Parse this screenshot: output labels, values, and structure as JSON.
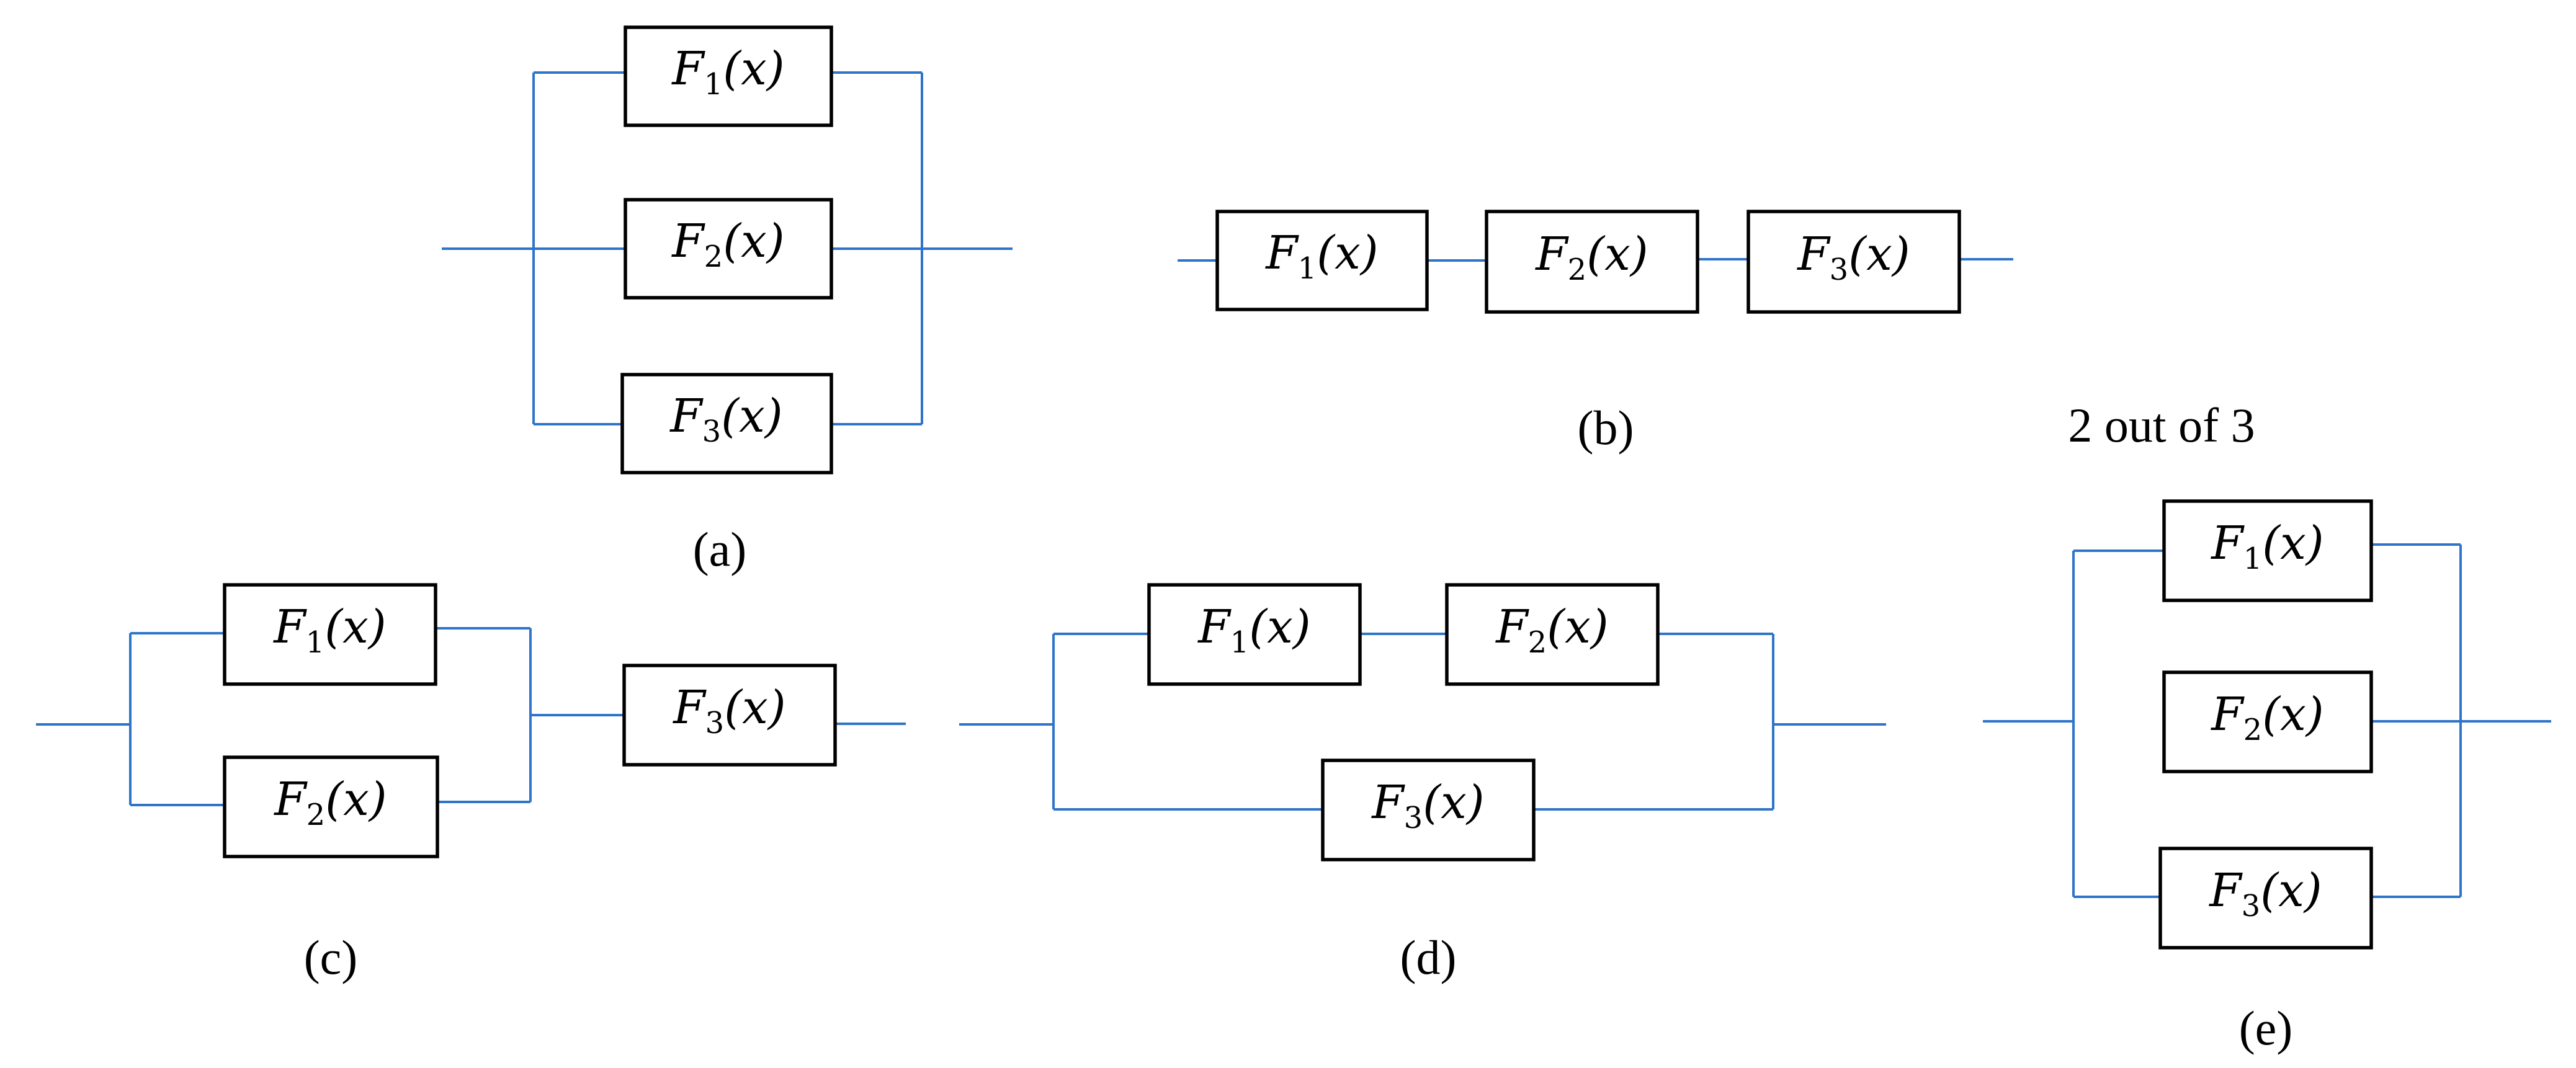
{
  "figure": {
    "colors": {
      "wire": "#2E75C9",
      "box_stroke": "#000000",
      "background": "#ffffff"
    },
    "block_symbol": "F",
    "block_argument": "(x)",
    "annotation": "2 out of 3",
    "panels": [
      {
        "id": "a",
        "caption": "(a)",
        "configuration": "parallel",
        "blocks": [
          {
            "index": "1"
          },
          {
            "index": "2"
          },
          {
            "index": "3"
          }
        ]
      },
      {
        "id": "b",
        "caption": "(b)",
        "configuration": "series",
        "blocks": [
          {
            "index": "1"
          },
          {
            "index": "2"
          },
          {
            "index": "3"
          }
        ]
      },
      {
        "id": "c",
        "caption": "(c)",
        "configuration": "parallel 1,2 in series with 3",
        "blocks": [
          {
            "index": "1"
          },
          {
            "index": "2"
          },
          {
            "index": "3"
          }
        ]
      },
      {
        "id": "d",
        "caption": "(d)",
        "configuration": "series 1,2 in parallel with 3",
        "blocks": [
          {
            "index": "1"
          },
          {
            "index": "2"
          },
          {
            "index": "3"
          }
        ]
      },
      {
        "id": "e",
        "caption": "(e)",
        "configuration": "2 out of 3",
        "blocks": [
          {
            "index": "1"
          },
          {
            "index": "2"
          },
          {
            "index": "3"
          }
        ]
      }
    ]
  }
}
